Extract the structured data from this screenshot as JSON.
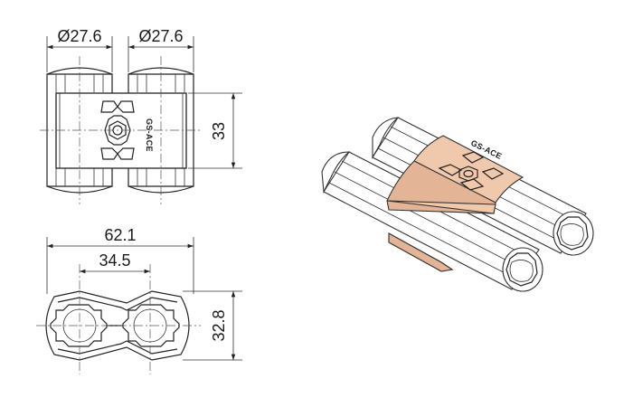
{
  "dimensions": {
    "top_left_diameter": "Ø27.6",
    "top_right_diameter": "Ø27.6",
    "plate_height": "33",
    "overall_width": "62.1",
    "center_distance": "34.5",
    "overall_height": "32.8"
  },
  "logo": {
    "front_view": "GS-ACE",
    "iso_view": "GS-ACE"
  },
  "colors": {
    "line": "#222222",
    "plate": "#f0c9ad",
    "background": "#ffffff"
  }
}
